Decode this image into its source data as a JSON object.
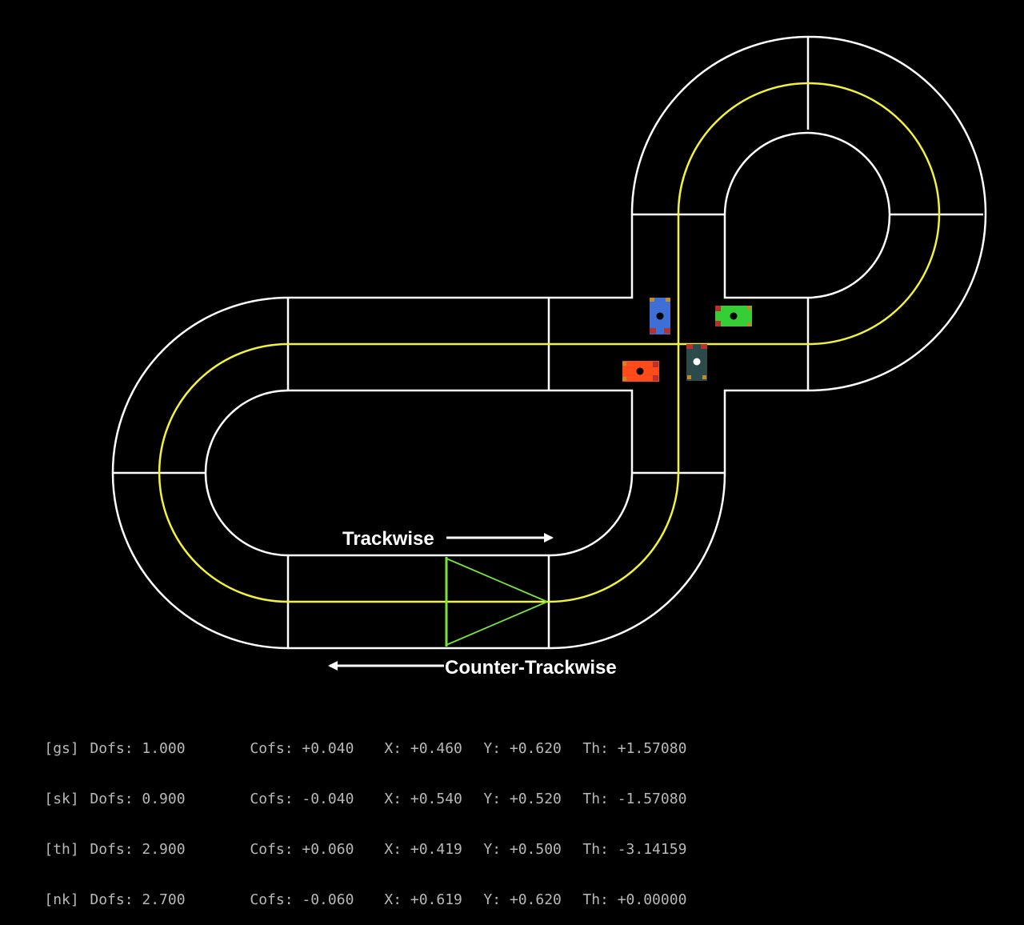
{
  "colors": {
    "background": "#000000",
    "track_edge": "#ffffff",
    "center_line": "#f2f23c",
    "finish_marker": "#7be33d",
    "hud_text": "#b8b8b8",
    "label_text": "#ffffff"
  },
  "labels": {
    "trackwise": "Trackwise",
    "counter_trackwise": "Counter-Trackwise"
  },
  "cars": [
    {
      "id": "gs",
      "body_color": "#3d6fd6",
      "wheel_color": "#b83030",
      "dot_color": "#000000"
    },
    {
      "id": "sk",
      "body_color": "#35cf35",
      "wheel_color": "#b83030",
      "dot_color": "#000000"
    },
    {
      "id": "th",
      "body_color": "#ff4a1c",
      "wheel_color": "#b83030",
      "dot_color": "#000000"
    },
    {
      "id": "nk",
      "body_color": "#2c4a4a",
      "wheel_color": "#c48a2a",
      "dot_color": "#ffffff"
    }
  ],
  "hud": {
    "rows": [
      {
        "tag": "[gs]",
        "dofs": "Dofs: 1.000",
        "cofs": "Cofs: +0.040",
        "x": "X: +0.460",
        "y": "Y: +0.620",
        "th": "Th: +1.57080"
      },
      {
        "tag": "[sk]",
        "dofs": "Dofs: 0.900",
        "cofs": "Cofs: -0.040",
        "x": "X: +0.540",
        "y": "Y: +0.520",
        "th": "Th: -1.57080"
      },
      {
        "tag": "[th]",
        "dofs": "Dofs: 2.900",
        "cofs": "Cofs: +0.060",
        "x": "X: +0.419",
        "y": "Y: +0.500",
        "th": "Th: -3.14159"
      },
      {
        "tag": "[nk]",
        "dofs": "Dofs: 2.700",
        "cofs": "Cofs: -0.060",
        "x": "X: +0.619",
        "y": "Y: +0.620",
        "th": "Th: +0.00000"
      }
    ]
  }
}
